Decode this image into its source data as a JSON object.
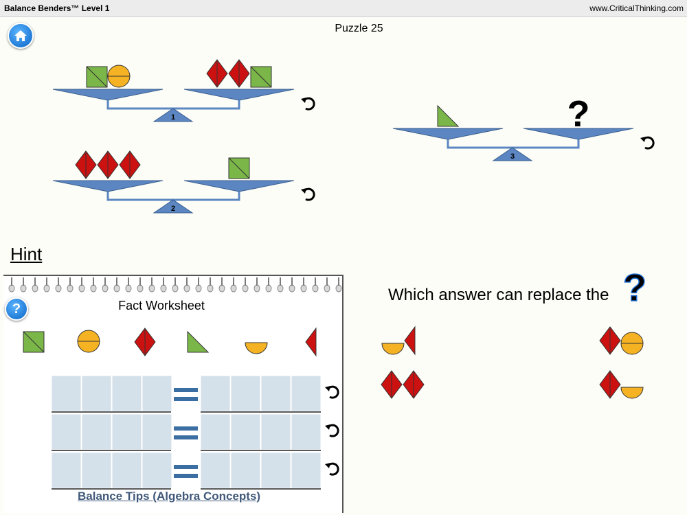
{
  "titlebar": {
    "left": "Balance Benders™ Level 1",
    "right": "www.CriticalThinking.com"
  },
  "puzzle": {
    "label": "Puzzle 25"
  },
  "balances": [
    {
      "number": "1",
      "left": [
        "square",
        "circle"
      ],
      "right": [
        "diamond",
        "diamond",
        "square"
      ]
    },
    {
      "number": "2",
      "left": [
        "diamond",
        "diamond",
        "diamond"
      ],
      "right": [
        "square"
      ]
    },
    {
      "number": "3",
      "left": [
        "triangle"
      ],
      "right": [
        "question"
      ]
    }
  ],
  "hint": {
    "label": "Hint"
  },
  "worksheet": {
    "title": "Fact Worksheet",
    "shapes": [
      "square",
      "circle",
      "diamond",
      "triangle",
      "half-circle",
      "half-diamond"
    ],
    "rows": 3,
    "tips_label": "Balance Tips (Algebra Concepts)"
  },
  "question": {
    "text": "Which answer can replace the"
  },
  "answers": [
    {
      "shapes": [
        "half-circle",
        "half-diamond"
      ]
    },
    {
      "shapes": [
        "diamond",
        "circle"
      ]
    },
    {
      "shapes": [
        "diamond",
        "diamond"
      ]
    },
    {
      "shapes": [
        "diamond",
        "half-circle"
      ]
    }
  ],
  "colors": {
    "square": "#7ab648",
    "circle": "#f5b324",
    "diamond": "#cc1111",
    "beam": "#5b86c2",
    "cell": "#d4e0ea",
    "equals": "#3b6fa3"
  }
}
